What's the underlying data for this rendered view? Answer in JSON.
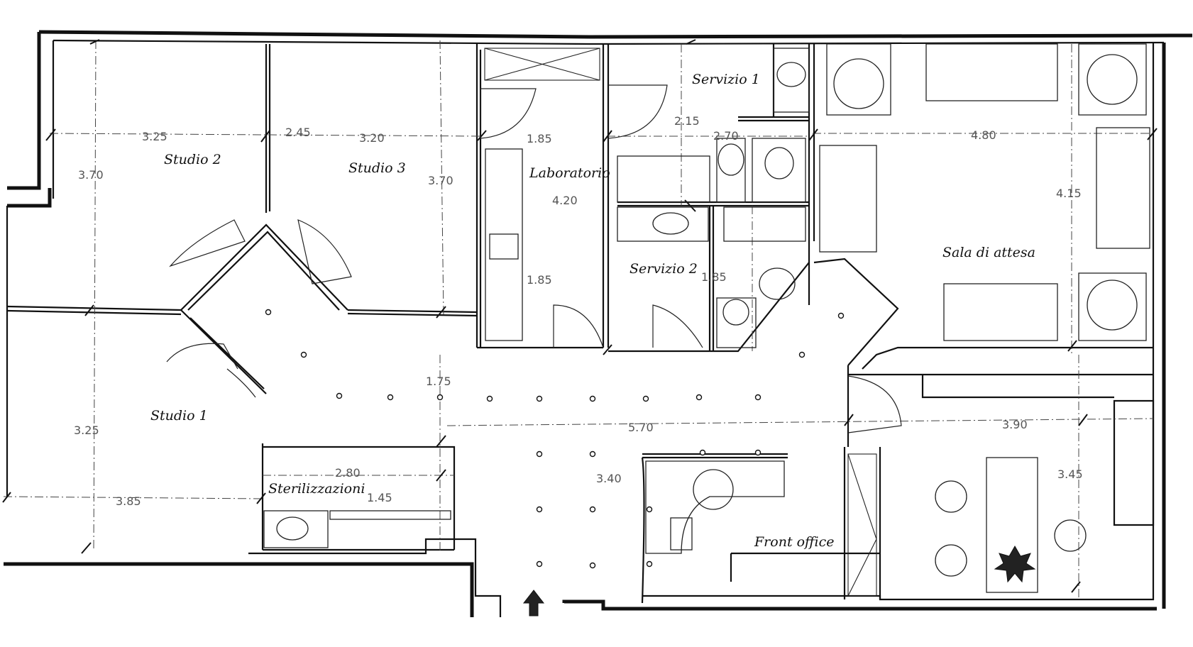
{
  "rooms": {
    "studio1": "Studio 1",
    "studio2": "Studio 2",
    "studio3": "Studio 3",
    "laboratorio": "Laboratorio",
    "servizio1": "Servizio 1",
    "servizio2": "Servizio 2",
    "sala_attesa": "Sala di attesa",
    "sterilizzazioni": "Sterilizzazioni",
    "front_office": "Front office"
  },
  "dimensions": {
    "d_325_top": "3.25",
    "d_245": "2.45",
    "d_320": "3.20",
    "d_370_left": "3.70",
    "d_370_s3": "3.70",
    "d_185_lab_top": "1.85",
    "d_420": "4.20",
    "d_185_lab_bot": "1.85",
    "d_215": "2.15",
    "d_270": "2.70",
    "d_185_s2": "1.85",
    "d_480": "4.80",
    "d_415": "4.15",
    "d_325_left": "3.25",
    "d_385": "3.85",
    "d_280": "2.80",
    "d_145": "1.45",
    "d_175": "1.75",
    "d_570": "5.70",
    "d_340": "3.40",
    "d_390": "3.90",
    "d_345": "3.45"
  },
  "icons": {
    "entrance": "entrance-arrow-icon"
  }
}
